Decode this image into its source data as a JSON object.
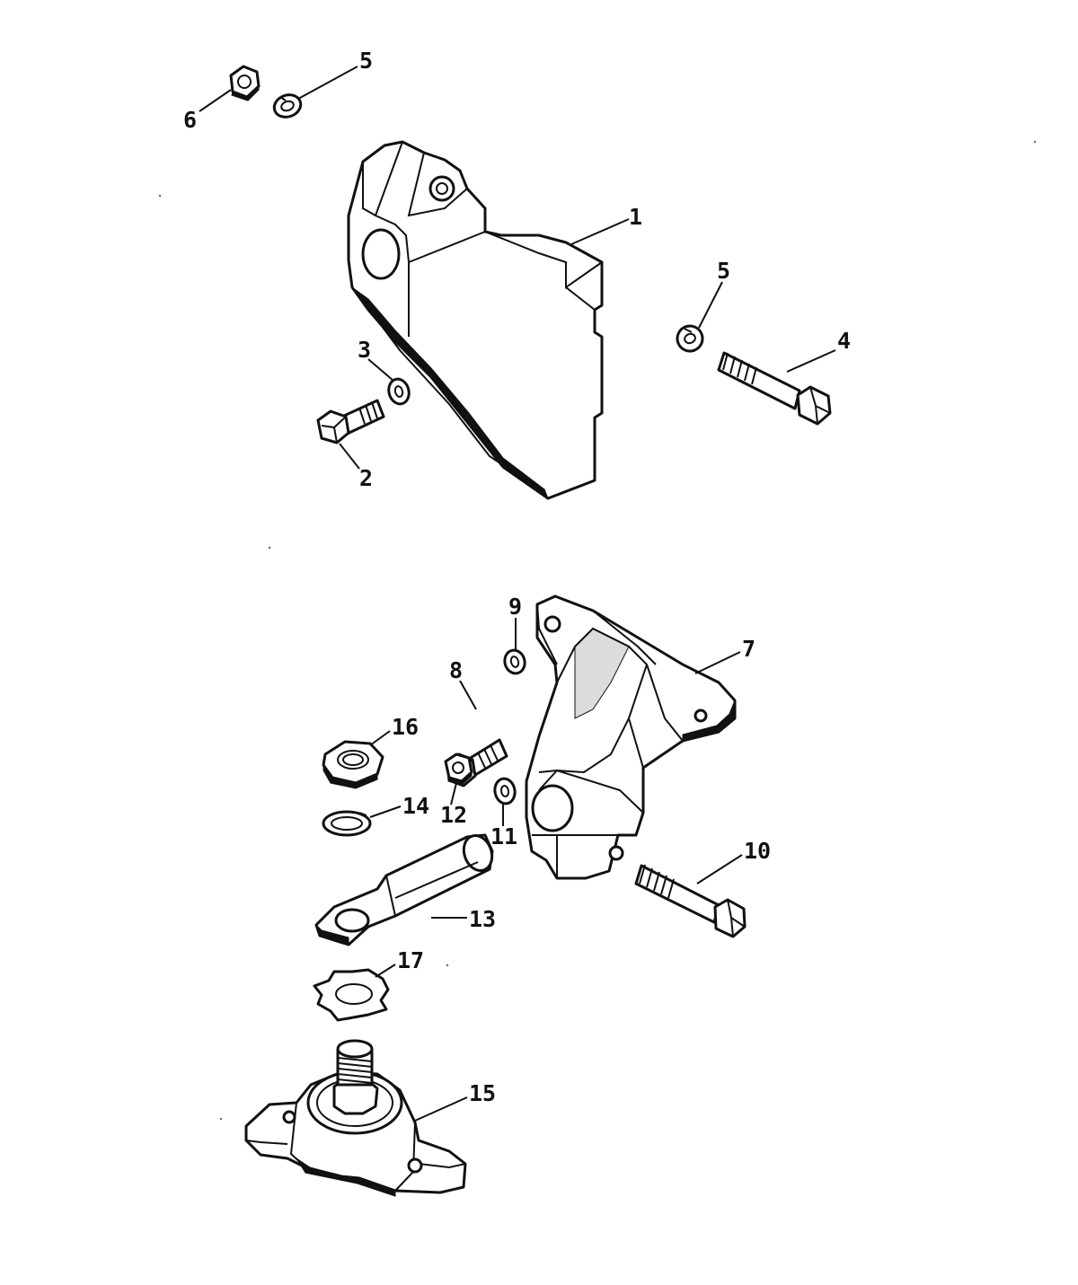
{
  "callouts": {
    "c1": "1",
    "c2": "2",
    "c3": "3",
    "c4": "4",
    "c5a": "5",
    "c5b": "5",
    "c6": "6",
    "c7": "7",
    "c8": "8",
    "c9": "9",
    "c10": "10",
    "c11": "11",
    "c12": "12",
    "c13": "13",
    "c14": "14",
    "c15": "15",
    "c16": "16",
    "c17": "17"
  }
}
